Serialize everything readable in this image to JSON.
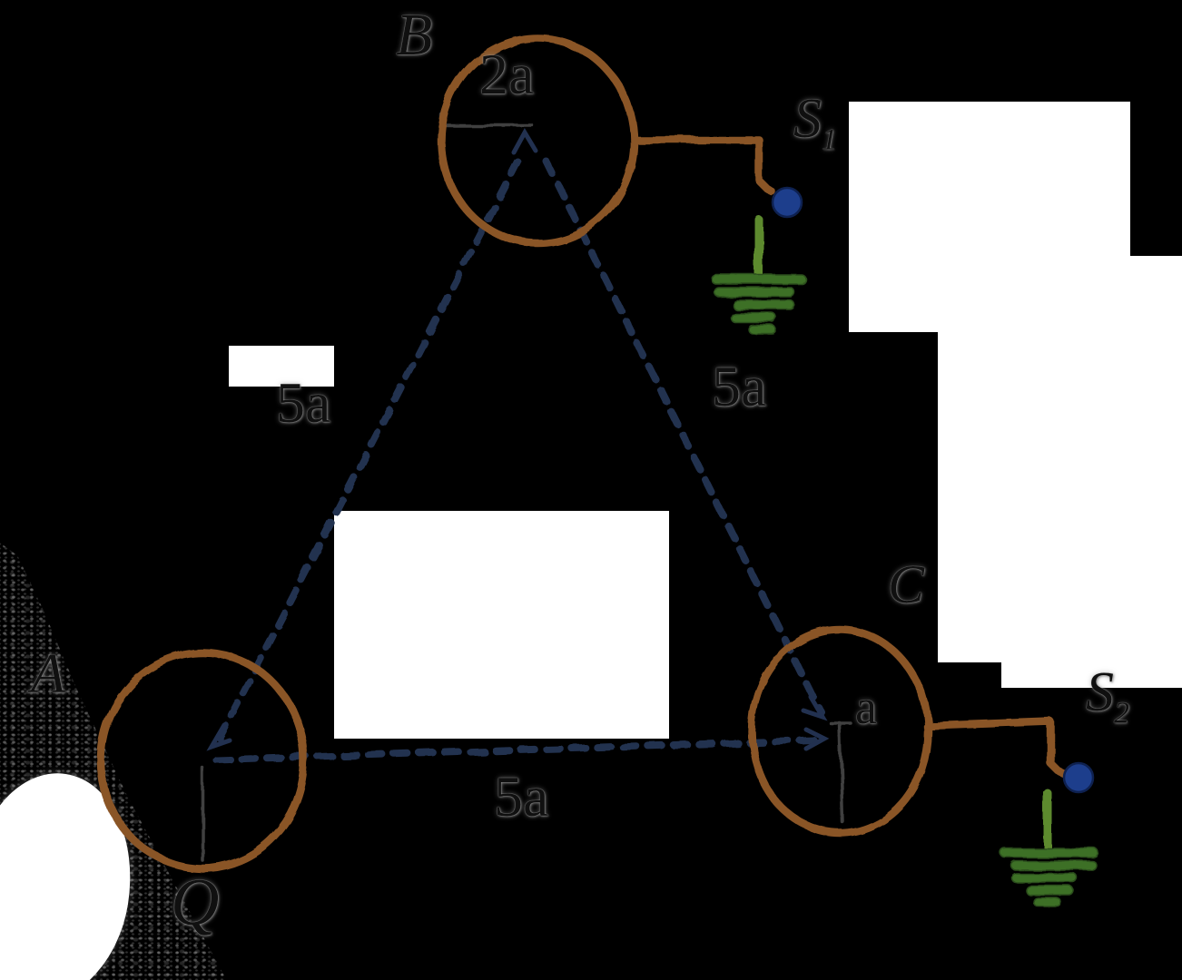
{
  "figure": {
    "type": "physics-diagram-three-conducting-spheres",
    "labels": {
      "sphere_b": "B",
      "radius_b": "2a",
      "switch_1_base": "S",
      "switch_1_sub": "1",
      "dist_ab": "5a",
      "dist_bc": "5a",
      "dist_ac": "5a",
      "sphere_a": "A",
      "charge_a": "Q",
      "sphere_c": "C",
      "radius_c": "a",
      "switch_2_base": "S",
      "switch_2_sub": "2"
    },
    "icons": {
      "ground_symbol_1": "earth-ground-icon",
      "ground_symbol_2": "earth-ground-icon",
      "switch_contact_1": "switch-contact-dot",
      "switch_contact_2": "switch-contact-dot"
    },
    "colors": {
      "background": "#000000",
      "paper": "#ffffff",
      "conductor": "#8a5427",
      "dashed_line": "#223150",
      "measure_line": "#3f3f3f",
      "ground": "#3e7028",
      "ground_stem": "#5d8a2e",
      "switch_contact": "#1d3e8c",
      "ink": "#101010"
    }
  }
}
